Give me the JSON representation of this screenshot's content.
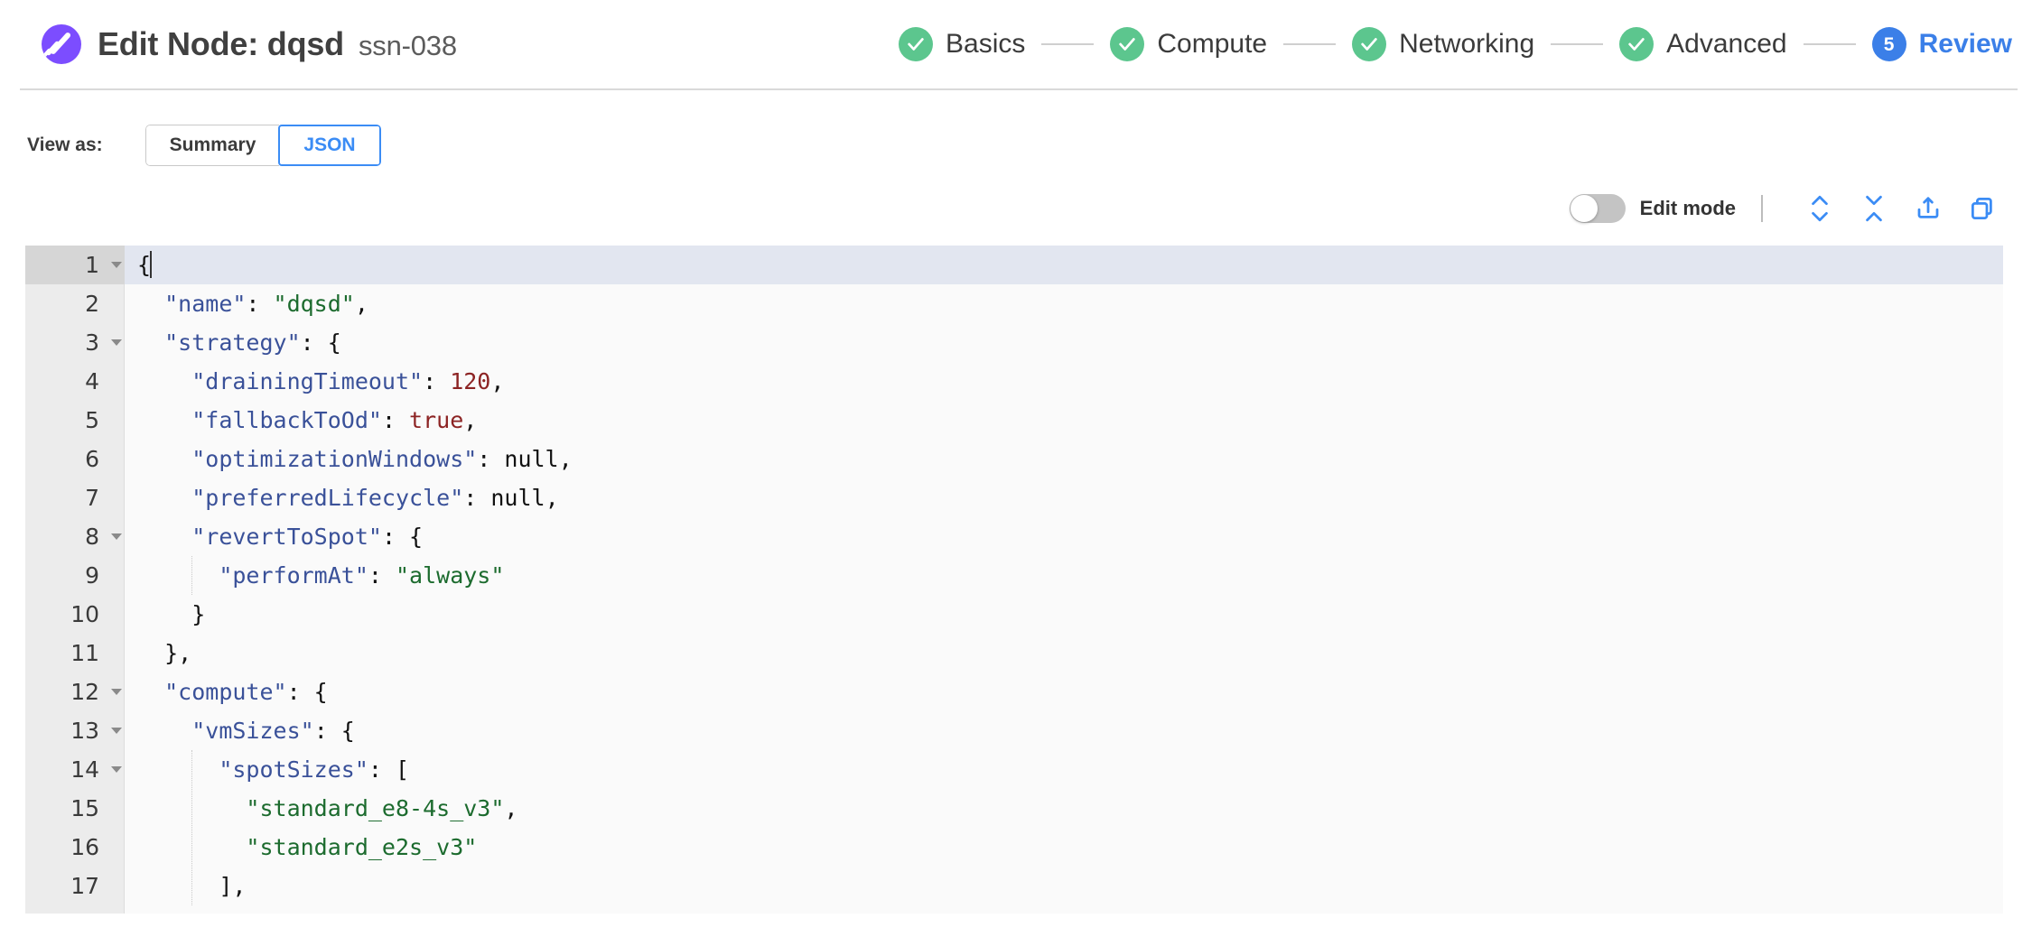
{
  "header": {
    "logo_name": "spot-logo",
    "title": "Edit Node: dqsd",
    "subtitle": "ssn-038",
    "brand_color": "#7c4dff"
  },
  "stepper": {
    "done_color": "#5cc68e",
    "current_color": "#3b7fe8",
    "steps": [
      {
        "label": "Basics",
        "state": "done",
        "marker": "check"
      },
      {
        "label": "Compute",
        "state": "done",
        "marker": "check"
      },
      {
        "label": "Networking",
        "state": "done",
        "marker": "check"
      },
      {
        "label": "Advanced",
        "state": "done",
        "marker": "check"
      },
      {
        "label": "Review",
        "state": "current",
        "marker": "5"
      }
    ]
  },
  "view_as": {
    "label": "View as:",
    "options": [
      {
        "label": "Summary",
        "selected": false
      },
      {
        "label": "JSON",
        "selected": true
      }
    ],
    "active_color": "#3b8cf5"
  },
  "editor_toolbar": {
    "edit_mode_label": "Edit mode",
    "edit_mode_on": false,
    "icons": [
      {
        "name": "expand-all-icon",
        "title": "Expand all"
      },
      {
        "name": "collapse-all-icon",
        "title": "Collapse all"
      },
      {
        "name": "share-export-icon",
        "title": "Export"
      },
      {
        "name": "copy-icon",
        "title": "Copy"
      }
    ],
    "icon_color": "#3b8cf5"
  },
  "code": {
    "language": "json",
    "active_line": 1,
    "lines": [
      {
        "num": 1,
        "foldable": true,
        "indent": 0,
        "tokens": [
          {
            "t": "{",
            "c": "p"
          }
        ]
      },
      {
        "num": 2,
        "foldable": false,
        "indent": 1,
        "tokens": [
          {
            "t": "\"name\"",
            "c": "k"
          },
          {
            "t": ": ",
            "c": "p"
          },
          {
            "t": "\"dqsd\"",
            "c": "s"
          },
          {
            "t": ",",
            "c": "p"
          }
        ]
      },
      {
        "num": 3,
        "foldable": true,
        "indent": 1,
        "tokens": [
          {
            "t": "\"strategy\"",
            "c": "k"
          },
          {
            "t": ": {",
            "c": "p"
          }
        ]
      },
      {
        "num": 4,
        "foldable": false,
        "indent": 2,
        "tokens": [
          {
            "t": "\"drainingTimeout\"",
            "c": "k"
          },
          {
            "t": ": ",
            "c": "p"
          },
          {
            "t": "120",
            "c": "n"
          },
          {
            "t": ",",
            "c": "p"
          }
        ]
      },
      {
        "num": 5,
        "foldable": false,
        "indent": 2,
        "tokens": [
          {
            "t": "\"fallbackToOd\"",
            "c": "k"
          },
          {
            "t": ": ",
            "c": "p"
          },
          {
            "t": "true",
            "c": "b"
          },
          {
            "t": ",",
            "c": "p"
          }
        ]
      },
      {
        "num": 6,
        "foldable": false,
        "indent": 2,
        "tokens": [
          {
            "t": "\"optimizationWindows\"",
            "c": "k"
          },
          {
            "t": ": ",
            "c": "p"
          },
          {
            "t": "null",
            "c": "nl"
          },
          {
            "t": ",",
            "c": "p"
          }
        ]
      },
      {
        "num": 7,
        "foldable": false,
        "indent": 2,
        "tokens": [
          {
            "t": "\"preferredLifecycle\"",
            "c": "k"
          },
          {
            "t": ": ",
            "c": "p"
          },
          {
            "t": "null",
            "c": "nl"
          },
          {
            "t": ",",
            "c": "p"
          }
        ]
      },
      {
        "num": 8,
        "foldable": true,
        "indent": 2,
        "tokens": [
          {
            "t": "\"revertToSpot\"",
            "c": "k"
          },
          {
            "t": ": {",
            "c": "p"
          }
        ]
      },
      {
        "num": 9,
        "foldable": false,
        "indent": 3,
        "tokens": [
          {
            "t": "\"performAt\"",
            "c": "k"
          },
          {
            "t": ": ",
            "c": "p"
          },
          {
            "t": "\"always\"",
            "c": "s"
          }
        ]
      },
      {
        "num": 10,
        "foldable": false,
        "indent": 2,
        "tokens": [
          {
            "t": "}",
            "c": "p"
          }
        ]
      },
      {
        "num": 11,
        "foldable": false,
        "indent": 1,
        "tokens": [
          {
            "t": "},",
            "c": "p"
          }
        ]
      },
      {
        "num": 12,
        "foldable": true,
        "indent": 1,
        "tokens": [
          {
            "t": "\"compute\"",
            "c": "k"
          },
          {
            "t": ": {",
            "c": "p"
          }
        ]
      },
      {
        "num": 13,
        "foldable": true,
        "indent": 2,
        "tokens": [
          {
            "t": "\"vmSizes\"",
            "c": "k"
          },
          {
            "t": ": {",
            "c": "p"
          }
        ]
      },
      {
        "num": 14,
        "foldable": true,
        "indent": 3,
        "tokens": [
          {
            "t": "\"spotSizes\"",
            "c": "k"
          },
          {
            "t": ": [",
            "c": "p"
          }
        ]
      },
      {
        "num": 15,
        "foldable": false,
        "indent": 4,
        "tokens": [
          {
            "t": "\"standard_e8-4s_v3\"",
            "c": "s"
          },
          {
            "t": ",",
            "c": "p"
          }
        ]
      },
      {
        "num": 16,
        "foldable": false,
        "indent": 4,
        "tokens": [
          {
            "t": "\"standard_e2s_v3\"",
            "c": "s"
          }
        ]
      },
      {
        "num": 17,
        "foldable": false,
        "indent": 3,
        "tokens": [
          {
            "t": "],",
            "c": "p"
          }
        ]
      }
    ],
    "colors": {
      "key": "#3a5199",
      "string": "#1c6b2e",
      "number": "#8c2323",
      "boolean": "#8c2323",
      "null": "#111111",
      "punctuation": "#111111",
      "background": "#fafafa",
      "gutter_background": "#ececec",
      "active_line_background": "#e2e6f0"
    }
  }
}
